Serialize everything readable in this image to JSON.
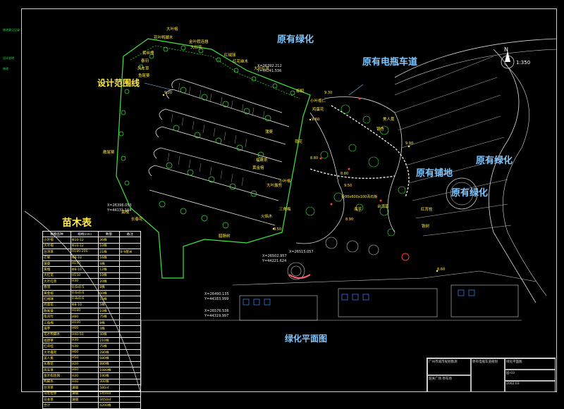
{
  "labels": {
    "existing_green_top": "原有绿化",
    "existing_cart_road": "原有电瓶车道",
    "design_boundary": "设计范围线",
    "existing_paving": "原有铺地",
    "existing_green_right": "原有绿化",
    "existing_green_mid": "原有绿化",
    "plan_title": "绿化平面图",
    "scale": "1:350",
    "legend_title": "苗木表",
    "paving_note": "设00x600x100青石板"
  },
  "plant_labels": [
    "花叶鸭脚木",
    "大叶榕",
    "黄丝槐",
    "春羽",
    "风车草",
    "金叶假连翘",
    "大红花",
    "鱼尾葵",
    "红绒球",
    "红花继木",
    "大叶红草",
    "棕榈",
    "小叶榄仁",
    "鸡蛋花",
    "蒲葵",
    "美人蕉",
    "银杏",
    "福建茶",
    "黄金榕",
    "小叶榕",
    "大叶露兜",
    "荷花",
    "三角梅",
    "海芋",
    "台湾草",
    "红背桂",
    "铁树",
    "散尾葵",
    "黄槐",
    "腊肠树",
    "火焰木",
    "长春花"
  ],
  "coords": [
    "X=26392.212",
    "Y=44241.536",
    "X=26396.053",
    "Y=44131.144",
    "X=26502.957",
    "Y=44221.624",
    "X=26490.135",
    "Y=44183.999",
    "X=26576.536",
    "Y=44319.997",
    "X=26515.057"
  ],
  "elevations": [
    "9.20",
    "9.30",
    "9.60",
    "8.80",
    "8.50",
    "9.90",
    "8.60",
    "8.80",
    "9.50",
    "8.90"
  ],
  "legend": {
    "headers": [
      "植物品种",
      "规格(cm)",
      "数量",
      "备注"
    ],
    "rows": [
      [
        "小叶榕",
        "Φ10-12",
        "36株",
        ""
      ],
      [
        "大叶榕",
        "Φ10-12",
        "10株",
        ""
      ],
      [
        "台湾草",
        "H180-200",
        "21株",
        "8-9厘米"
      ],
      [
        "芒果",
        "Φ8-10",
        "16株",
        ""
      ],
      [
        "蒲葵",
        "H150",
        "4株",
        ""
      ],
      [
        "黄槐",
        "Φ8-10",
        "12株",
        ""
      ],
      [
        "大红花",
        "H150",
        "10株",
        ""
      ],
      [
        "大叶红草",
        "H30",
        "20株",
        ""
      ],
      [
        "春羽",
        "0.6x0.5",
        "8株",
        ""
      ],
      [
        "黄金榕",
        "0.6x0.6",
        "50株",
        ""
      ],
      [
        "红绒球",
        "0.8x0.6",
        "55株",
        ""
      ],
      [
        "鸡蛋花",
        "Φ8-10",
        "5株",
        ""
      ],
      [
        "散尾葵",
        "H180",
        "10株",
        ""
      ],
      [
        "龟背竹",
        "H80",
        "75株",
        ""
      ],
      [
        "三角梅",
        "H100",
        "8株",
        ""
      ],
      [
        "海芋",
        "H60",
        "4株",
        ""
      ],
      [
        "花叶鸭脚木",
        "H40-50",
        "40株",
        ""
      ],
      [
        "福建茶",
        "H30",
        "210株",
        ""
      ],
      [
        "红背桂",
        "H30",
        "75株",
        ""
      ],
      [
        "大叶露兜",
        "H60",
        "280株",
        ""
      ],
      [
        "美人蕉",
        "H50",
        "680株",
        ""
      ],
      [
        "长春花",
        "H20",
        "880株",
        ""
      ],
      [
        "风车草",
        "H60",
        "1080株",
        ""
      ],
      [
        "金叶假连翘",
        "H30",
        "190株",
        ""
      ],
      [
        "鸭脚木",
        "H40",
        "300株",
        ""
      ],
      [
        "台湾草",
        "满铺",
        "580㎡",
        ""
      ],
      [
        "马尼拉草",
        "满铺",
        "1450㎡",
        ""
      ],
      [
        "日本草",
        "满铺",
        "3450㎡",
        ""
      ],
      [
        "合计",
        "",
        "4200株",
        ""
      ]
    ]
  },
  "title_block": {
    "company": "广州市城市规划勘测",
    "project": "韶关广场 停车场",
    "drawing": "绿化平面图",
    "drawing_no": "园-03",
    "date": "2002.03",
    "side_note": "原有电瓶车道规划"
  },
  "side_notes": [
    "修改意见记录",
    "设计说明",
    "修改"
  ]
}
